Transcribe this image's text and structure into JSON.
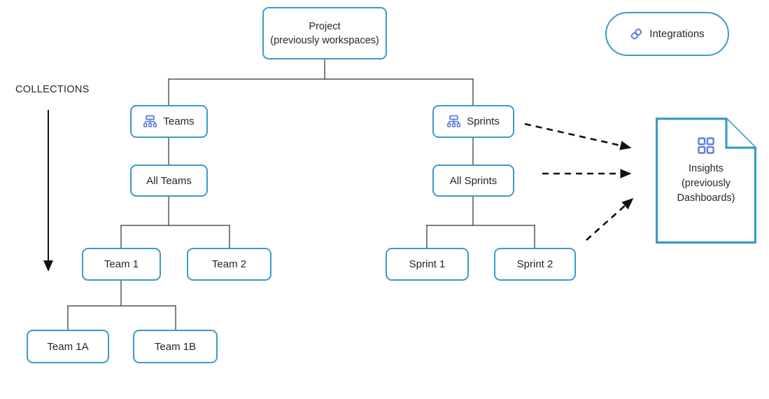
{
  "diagram": {
    "title": "Project hierarchy and collections",
    "colors": {
      "node_border": "#3C9BC8",
      "node_fill": "#ffffff",
      "connector": "#555555",
      "arrow": "#111111",
      "icon_blue": "#5B7FE0",
      "text": "#26262B"
    },
    "annotation": {
      "collections_label": "COLLECTIONS",
      "collections_arrow_direction": "down"
    },
    "nodes": {
      "project": {
        "line1": "Project",
        "line2": "(previously workspaces)",
        "text": "Project\n(previously workspaces)"
      },
      "integrations": {
        "label": "Integrations",
        "icon": "integrations-link-icon"
      },
      "teams": {
        "label": "Teams",
        "icon": "org-chart-icon"
      },
      "sprints": {
        "label": "Sprints",
        "icon": "org-chart-icon"
      },
      "all_teams": {
        "label": "All Teams"
      },
      "all_sprints": {
        "label": "All Sprints"
      },
      "team_1": {
        "label": "Team 1"
      },
      "team_2": {
        "label": "Team 2"
      },
      "sprint_1": {
        "label": "Sprint 1"
      },
      "sprint_2": {
        "label": "Sprint 2"
      },
      "team_1a": {
        "label": "Team 1A"
      },
      "team_1b": {
        "label": "Team 1B"
      },
      "insights": {
        "text": "Insights\n(previously\nDashboards)",
        "line1": "Insights",
        "line2": "(previously",
        "line3": "Dashboards)",
        "icon": "dashboard-grid-icon"
      }
    },
    "edges": [
      {
        "from": "project",
        "to": "teams",
        "style": "solid"
      },
      {
        "from": "project",
        "to": "sprints",
        "style": "solid"
      },
      {
        "from": "teams",
        "to": "all_teams",
        "style": "solid"
      },
      {
        "from": "all_teams",
        "to": "team_1",
        "style": "solid"
      },
      {
        "from": "all_teams",
        "to": "team_2",
        "style": "solid"
      },
      {
        "from": "team_1",
        "to": "team_1a",
        "style": "solid"
      },
      {
        "from": "team_1",
        "to": "team_1b",
        "style": "solid"
      },
      {
        "from": "sprints",
        "to": "all_sprints",
        "style": "solid"
      },
      {
        "from": "all_sprints",
        "to": "sprint_1",
        "style": "solid"
      },
      {
        "from": "all_sprints",
        "to": "sprint_2",
        "style": "solid"
      },
      {
        "from": "sprints",
        "to": "insights",
        "style": "dashed-arrow"
      },
      {
        "from": "all_sprints",
        "to": "insights",
        "style": "dashed-arrow"
      },
      {
        "from": "sprint_2",
        "to": "insights",
        "style": "dashed-arrow"
      }
    ]
  }
}
